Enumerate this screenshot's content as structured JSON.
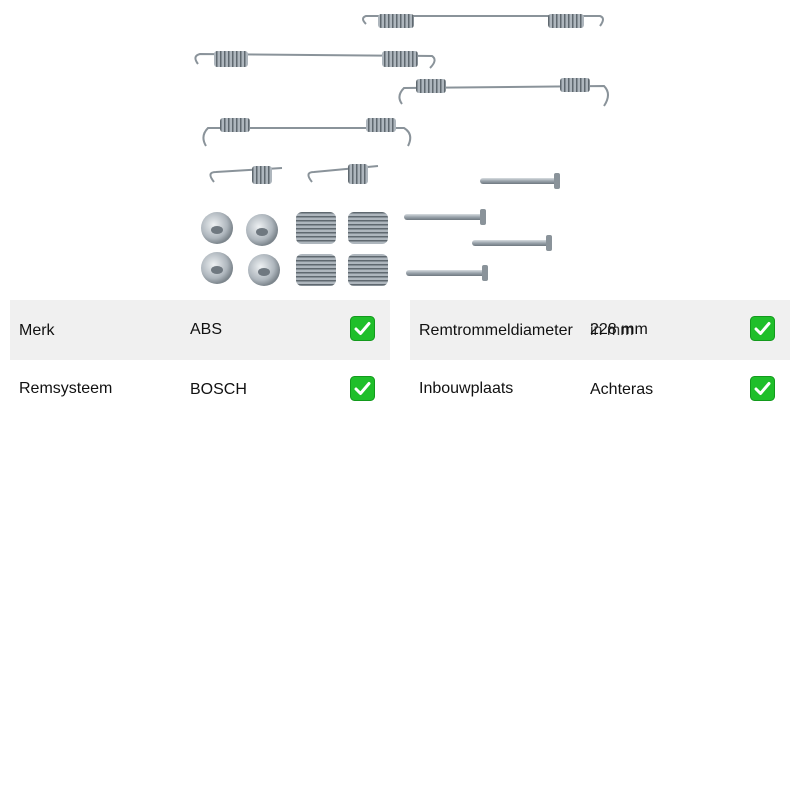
{
  "specs": {
    "left": [
      {
        "label": "Merk",
        "value": "ABS",
        "check_icon": "check-mark-button-icon"
      },
      {
        "label": "Remsysteem",
        "value": "BOSCH",
        "check_icon": "check-mark-button-icon"
      }
    ],
    "right": [
      {
        "label": "Remtrommeldiameter",
        "value": "228 mm",
        "overlay_unit": "in mm",
        "check_icon": "check-mark-button-icon"
      },
      {
        "label": "Inbouwplaats",
        "value": "Achteras",
        "check_icon": "check-mark-button-icon"
      }
    ]
  },
  "colors": {
    "row_shade": "#f0f0f0",
    "check_green": "#1fbf2a",
    "metal": "#9aa3ab"
  }
}
